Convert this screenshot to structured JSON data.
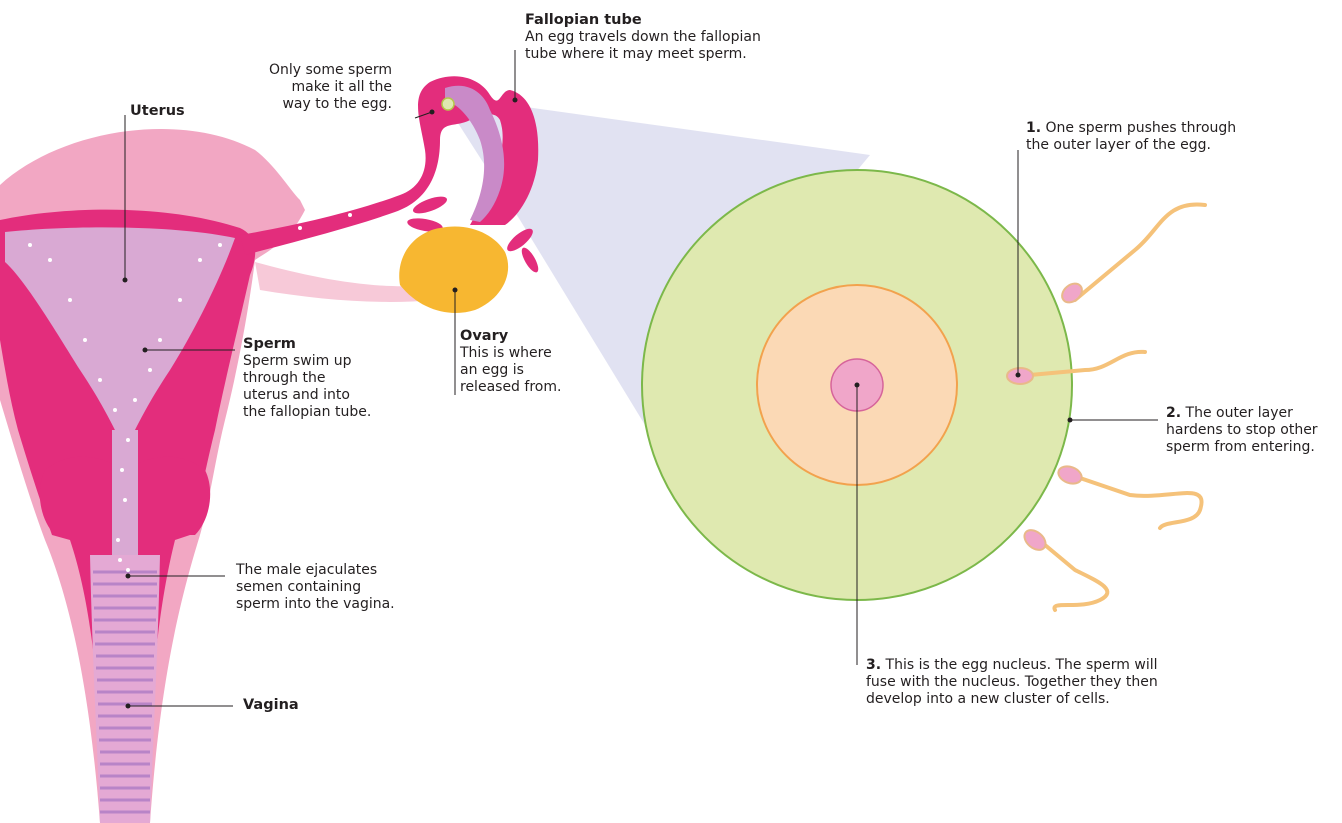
{
  "colors": {
    "uterus_outer": "#f2a7c3",
    "uterus_wall": "#e32d7c",
    "uterus_cavity": "#d9a9d3",
    "vagina_ridges": "#b884c7",
    "ovary": "#f7b731",
    "egg_outer": "#dfe9b0",
    "egg_outer_border": "#7cb84a",
    "egg_middle": "#fbd9b5",
    "egg_middle_border": "#f2a24d",
    "egg_nucleus": "#f0a6c9",
    "sperm_tail": "#f5c27a",
    "cone": "#c9cbe8",
    "leader_line": "#231f20"
  },
  "labels": {
    "fallopian": {
      "title": "Fallopian tube",
      "line1": "An egg travels down the fallopian",
      "line2": "tube where it may meet sperm."
    },
    "only_some": {
      "line1": "Only some sperm",
      "line2": "make it all the",
      "line3": "way to the egg."
    },
    "uterus": {
      "title": "Uterus"
    },
    "sperm": {
      "title": "Sperm",
      "line1": "Sperm swim up",
      "line2": "through the",
      "line3": "uterus and into",
      "line4": "the fallopian tube."
    },
    "ovary": {
      "title": "Ovary",
      "line1": "This is where",
      "line2": "an egg is",
      "line3": "released from."
    },
    "ejaculate": {
      "line1": "The male ejaculates",
      "line2": "semen containing",
      "line3": "sperm into the vagina."
    },
    "vagina": {
      "title": "Vagina"
    },
    "step1": {
      "num": "1.",
      "line1": "One sperm pushes through",
      "line2": "the outer layer of the egg."
    },
    "step2": {
      "num": "2.",
      "line1": "The outer layer",
      "line2": "hardens to stop other",
      "line3": "sperm from entering."
    },
    "step3": {
      "num": "3.",
      "line1": "This is the egg nucleus. The sperm will",
      "line2": "fuse with the nucleus. Together they then",
      "line3": "develop into a new cluster of cells."
    }
  }
}
